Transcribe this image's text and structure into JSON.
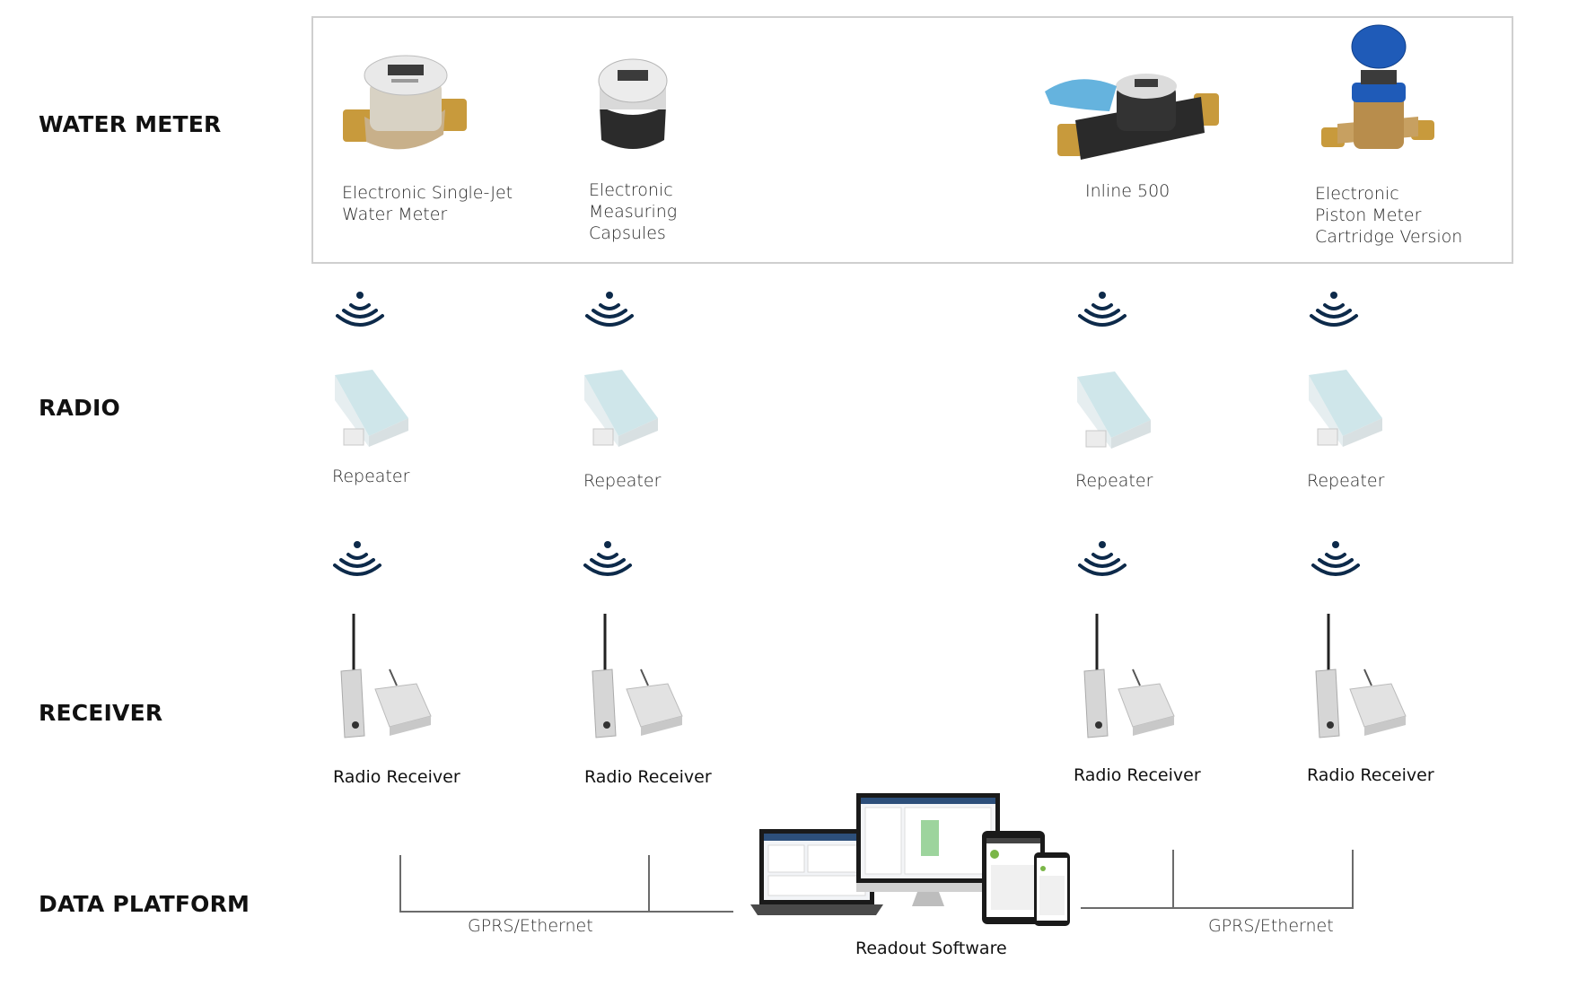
{
  "rows": {
    "water_meter": "WATER METER",
    "radio": "RADIO",
    "receiver": "RECEIVER",
    "data_platform": "DATA PLATFORM"
  },
  "meters": [
    {
      "l1": "Electronic Single-Jet",
      "l2": "Water Meter",
      "l3": ""
    },
    {
      "l1": "Electronic",
      "l2": "Measuring",
      "l3": "Capsules"
    },
    {
      "l1": "Inline 500",
      "l2": "",
      "l3": ""
    },
    {
      "l1": "Electronic",
      "l2": "Piston Meter",
      "l3": "Cartridge Version"
    }
  ],
  "repeater_label": "Repeater",
  "receiver_label": "Radio Receiver",
  "connection_label": "GPRS/Ethernet",
  "software_label": "Readout Software",
  "colors": {
    "wifi": "#0d2a4a",
    "box_border": "#cfcfcf",
    "line": "#6b6b6b"
  },
  "icons": {
    "signal": "wireless-signal-icon"
  }
}
